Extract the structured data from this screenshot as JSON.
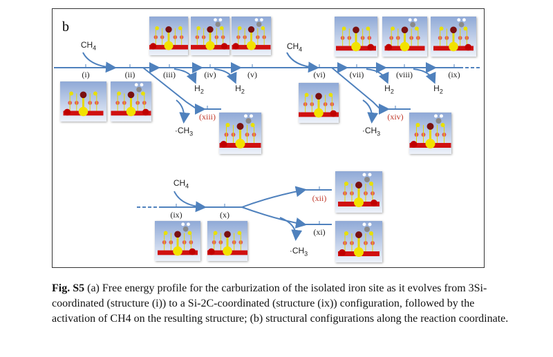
{
  "panel_label": "b",
  "reactant": "CH4",
  "radical": "·CH3",
  "h2": "H2",
  "top_states": [
    "(i)",
    "(ii)",
    "(iii)",
    "(iv)",
    "(v)",
    "(vi)",
    "(vii)",
    "(viii)",
    "(ix)"
  ],
  "side_states": {
    "xiii": "(xiii)",
    "xiv": "(xiv)"
  },
  "bottom_states": [
    "(ix)",
    "(x)",
    "(xii)",
    "(xi)"
  ],
  "colors": {
    "arrow": "#4f81bd",
    "side_label": "#c0392b"
  },
  "caption": {
    "label": "Fig. S5",
    "text": " (a) Free energy profile for the carburization of the isolated iron site as it evolves from 3Si-coordinated (structure (i)) to a Si-2C-coordinated (structure (ix)) configuration, followed by the activation of CH4 on the resulting structure; (b) structural configurations along the reaction coordinate."
  }
}
